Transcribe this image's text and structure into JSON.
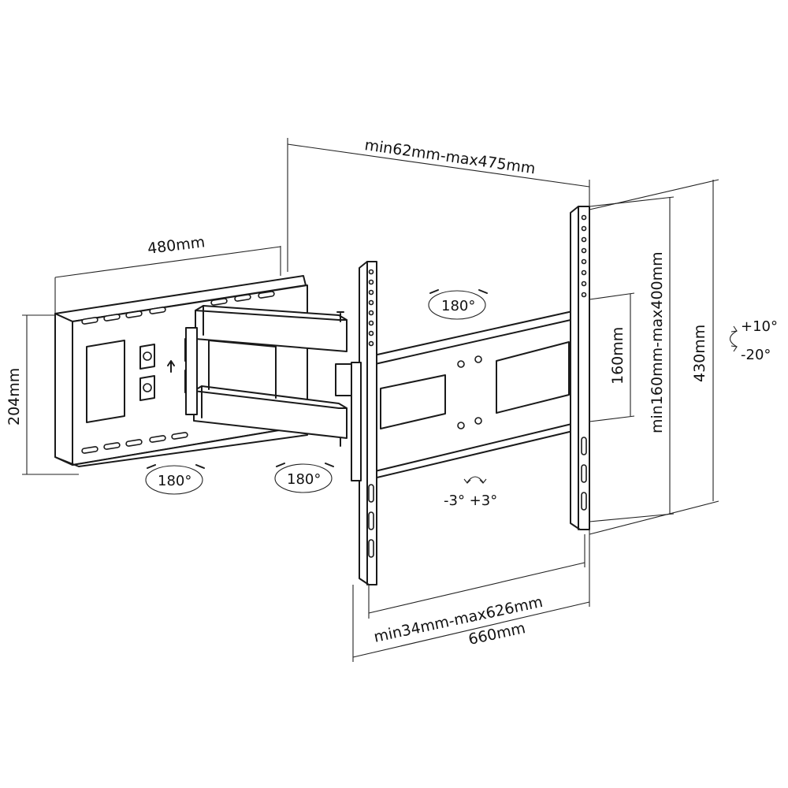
{
  "dimensions": {
    "top_span": "min62mm-max475mm",
    "arm_length": "480mm",
    "wall_plate_height": "204mm",
    "vesa_vertical_small": "160mm",
    "vesa_vertical_range": "min160mm-max400mm",
    "overall_height": "430mm",
    "vesa_horizontal_range": "min34mm-max626mm",
    "overall_width": "660mm"
  },
  "rotations": {
    "arm_top": "180°",
    "wall_left": "180°",
    "wall_right": "180°",
    "tilt_up": "+10°",
    "tilt_down": "-20°",
    "level_adjust": "-3° +3°"
  }
}
